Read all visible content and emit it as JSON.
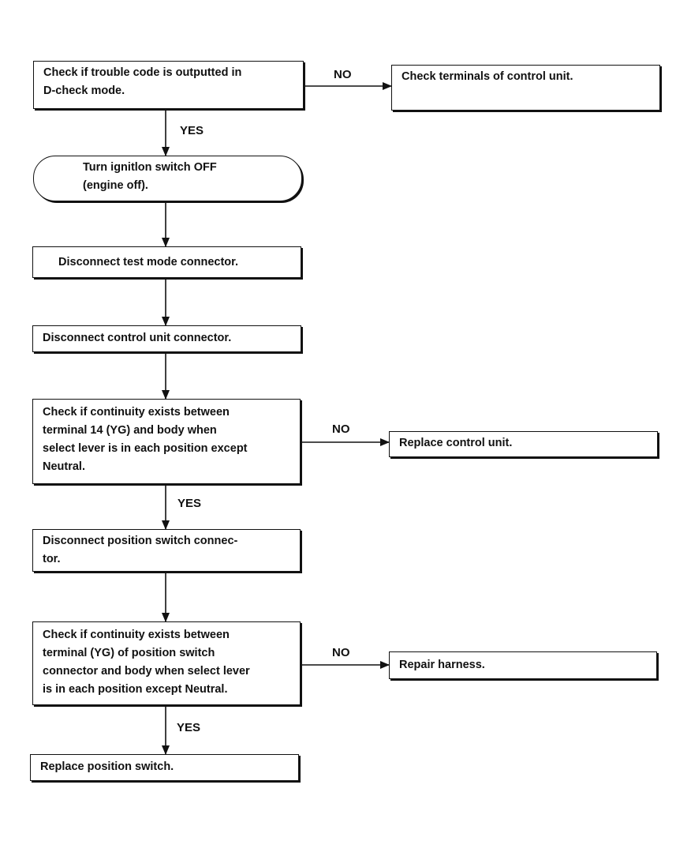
{
  "flowchart": {
    "steps": [
      {
        "text": "Check if trouble code is outputted in\nD-check mode."
      },
      {
        "text": "Turn ignitlon switch OFF\n(engine off)."
      },
      {
        "text": "Disconnect test mode connector."
      },
      {
        "text": "Disconnect control unit connector."
      },
      {
        "text": "Check if continuity exists between\nterminal 14 (YG) and body when\nselect lever is in each position except\nNeutral."
      },
      {
        "text": "Disconnect position switch connec-\ntor."
      },
      {
        "text": "Check if continuity exists between\nterminal (YG) of position switch\nconnector and body when select lever\nis in each position except Neutral."
      },
      {
        "text": "Replace position switch."
      }
    ],
    "outcomes": [
      {
        "text": "Check terminals of control unit."
      },
      {
        "text": "Replace control unit."
      },
      {
        "text": "Repair harness."
      }
    ],
    "branch_labels": {
      "yes": "YES",
      "no": "NO"
    }
  }
}
